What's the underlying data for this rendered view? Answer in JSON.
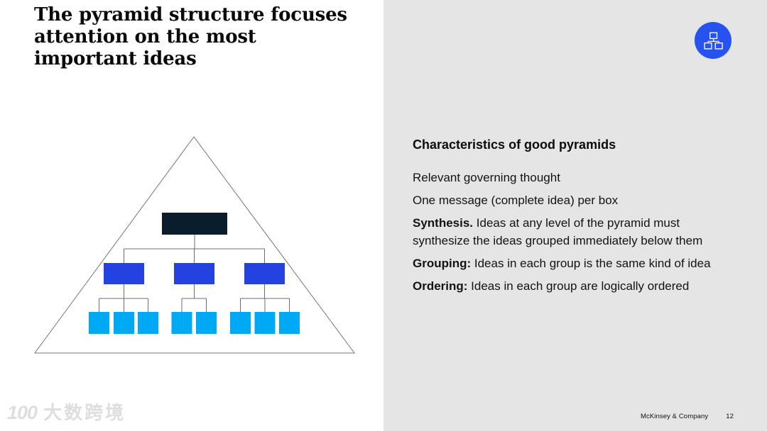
{
  "title": "The pyramid structure focuses attention on the most important ideas",
  "header_icon": {
    "name": "org-chart",
    "background": "#2653f0",
    "glyph_color": "#ffffff"
  },
  "panel": {
    "background": "#e5e5e5",
    "heading": "Characteristics of good pyramids",
    "items": [
      {
        "lead": "",
        "text": "Relevant governing thought"
      },
      {
        "lead": "",
        "text": "One message (complete idea) per box"
      },
      {
        "lead": "Synthesis.",
        "text": " Ideas at any level of the pyramid must synthesize the ideas grouped immediately below them"
      },
      {
        "lead": "Grouping:",
        "text": " Ideas in each group is the same kind of idea"
      },
      {
        "lead": "Ordering:",
        "text": " Ideas in each group are logically ordered"
      }
    ]
  },
  "diagram": {
    "type": "pyramid-hierarchy",
    "triangle_color": "#75757d",
    "connector_color": "#6e6e76",
    "levels": [
      {
        "name": "governing-thought",
        "color": "#0a1d2c",
        "count": 1
      },
      {
        "name": "key-line",
        "color": "#2342e0",
        "count": 3
      },
      {
        "name": "support-points",
        "color": "#00a9f4",
        "groups": [
          3,
          2,
          3
        ]
      }
    ]
  },
  "footer": {
    "brand": "McKinsey & Company",
    "page": "12"
  },
  "watermark": {
    "logo": "100",
    "text": "大数跨境"
  }
}
